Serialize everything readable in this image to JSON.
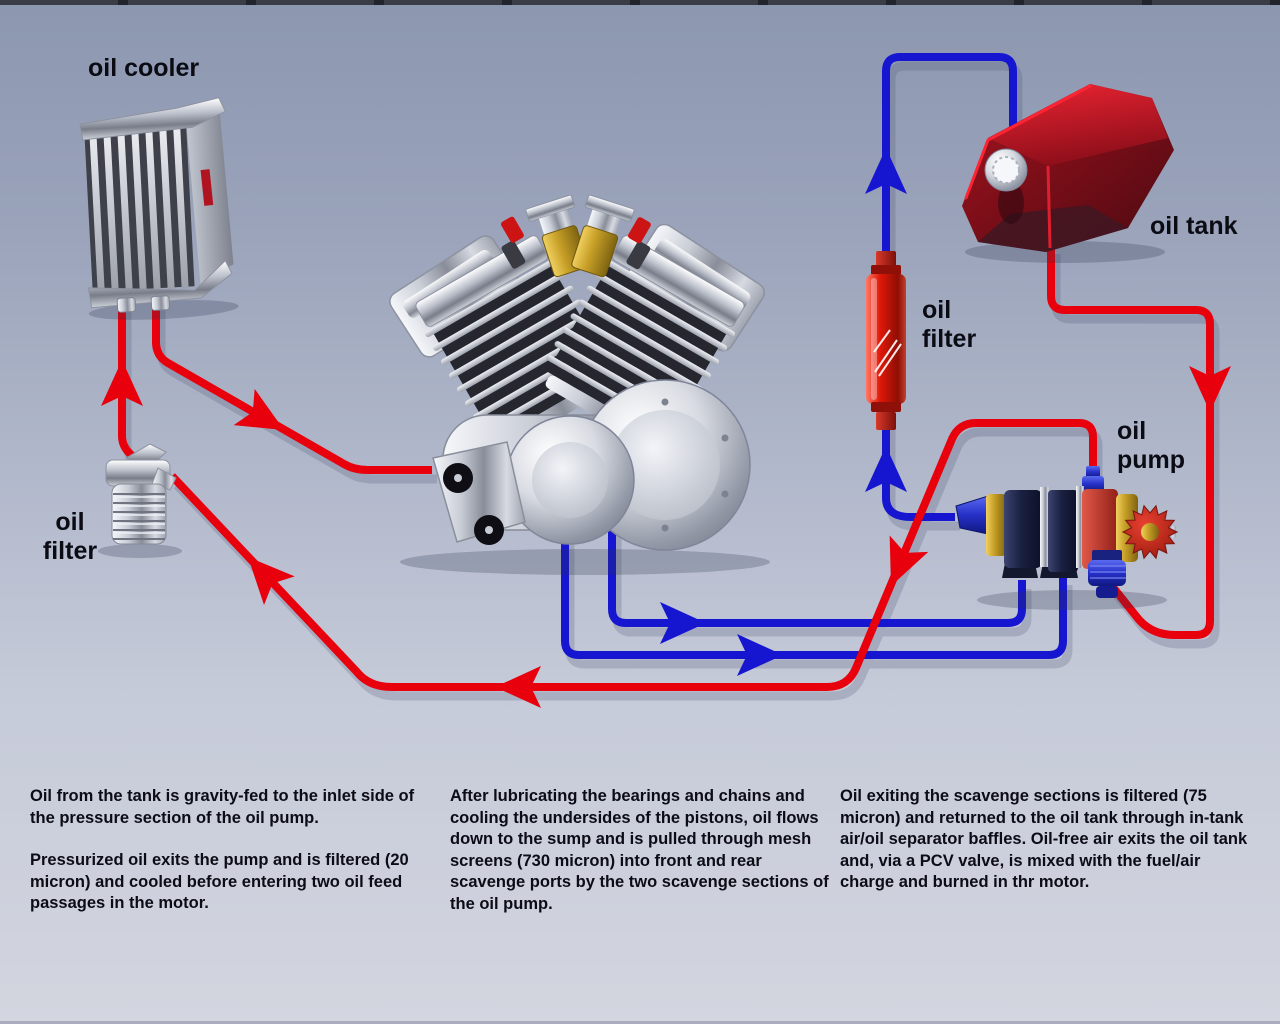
{
  "labels": {
    "cooler": "oil cooler",
    "filter_left": {
      "line1": "oil",
      "line2": "filter"
    },
    "filter_right": {
      "line1": "oil",
      "line2": "filter"
    },
    "pump": {
      "line1": "oil",
      "line2": "pump"
    },
    "tank": "oil tank"
  },
  "paragraphs": {
    "left_1": "Oil from the tank is gravity-fed to the inlet side of the pressure section of the oil pump.",
    "left_2": "Pressurized oil exits the pump and is filtered (20 micron) and cooled before entering two oil feed passages in the motor.",
    "middle": "After lubricating the bearings and chains and cooling the undersides of the pistons, oil flows down to the sump and is pulled through mesh screens (730 micron) into front and rear scavenge ports by the two scavenge sections of the oil pump.",
    "right": "Oil exiting the scavenge sections is filtered (75 micron) and returned to the oil tank through in-tank air/oil separator baffles. Oil-free air exits the oil tank and, via a PCV valve, is mixed with the fuel/air charge and burned in thr motor."
  },
  "colors": {
    "pressure_line": "#e8000d",
    "scavenge_line": "#1616d0",
    "background_top": "#8c97b0",
    "background_bottom": "#d3d5df",
    "label_text": "#0b0b14"
  }
}
